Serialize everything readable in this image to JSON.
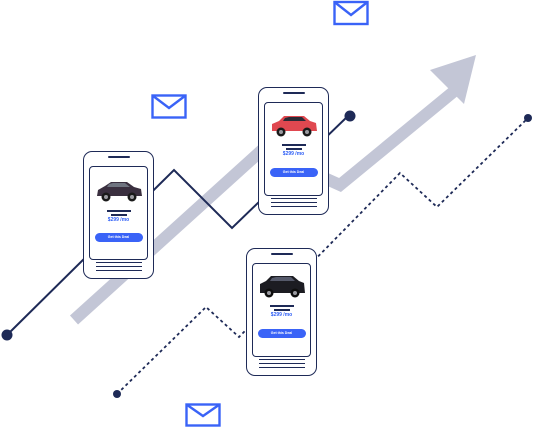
{
  "phones": [
    {
      "id": "left",
      "car_icon": "dark-suv-icon",
      "car_color": "#3a2f3f",
      "price": "$299 /mo",
      "cta_label": "Get this Deal"
    },
    {
      "id": "top",
      "car_icon": "red-suv-icon",
      "car_color": "#e04850",
      "price": "$299 /mo",
      "cta_label": "Get this Deal"
    },
    {
      "id": "bottom",
      "car_icon": "black-suv-icon",
      "car_color": "#1c1c22",
      "price": "$299 /mo",
      "cta_label": "Get this Deal"
    }
  ],
  "decor": {
    "envelope_icon": "envelope-icon",
    "arrow_icon": "growth-arrow-icon",
    "envelope_color": "#3a63f7",
    "arrow_color": "#c3c6d6",
    "line_color": "#1e2a57"
  }
}
